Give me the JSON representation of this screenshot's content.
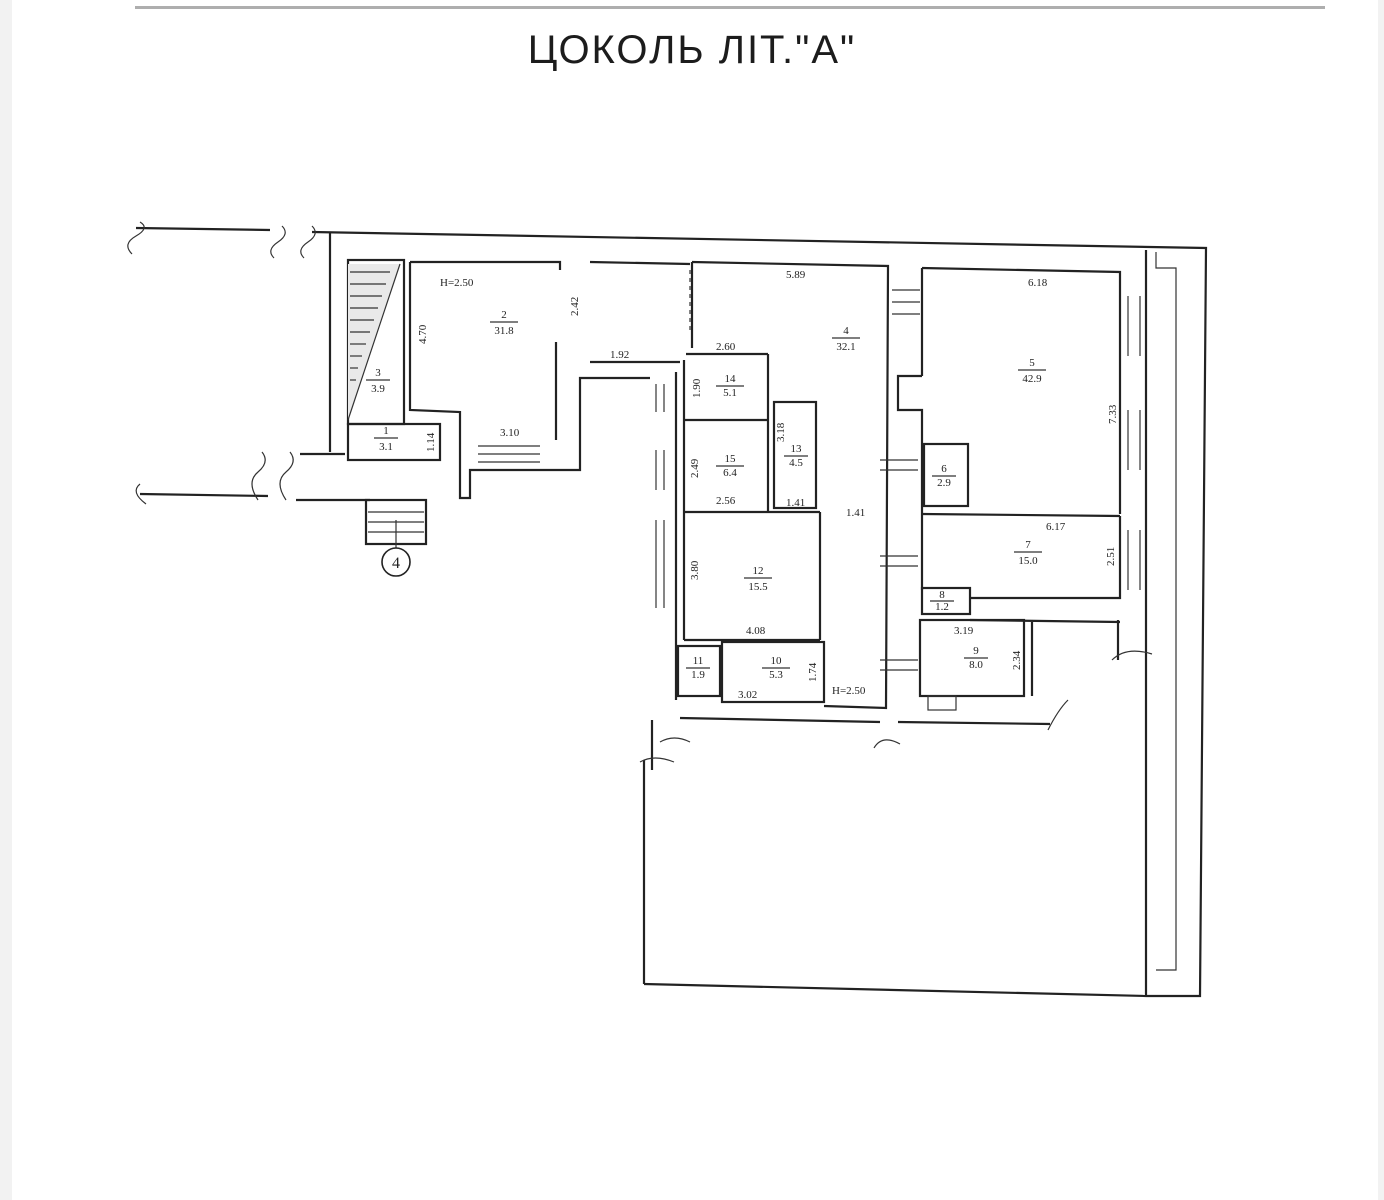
{
  "title": "ЦОКОЛЬ ЛІТ.\"А\"",
  "height_labels": [
    "H=2.50",
    "H=2.50"
  ],
  "rooms": [
    {
      "number": "1",
      "area": "3.1"
    },
    {
      "number": "2",
      "area": "31.8"
    },
    {
      "number": "3",
      "area": "3.9"
    },
    {
      "number": "4",
      "area": "32.1"
    },
    {
      "number": "5",
      "area": "42.9"
    },
    {
      "number": "6",
      "area": "2.9"
    },
    {
      "number": "7",
      "area": "15.0"
    },
    {
      "number": "8",
      "area": "1.2"
    },
    {
      "number": "9",
      "area": "8.0"
    },
    {
      "number": "10",
      "area": "5.3"
    },
    {
      "number": "11",
      "area": "1.9"
    },
    {
      "number": "12",
      "area": "15.5"
    },
    {
      "number": "13",
      "area": "4.5"
    },
    {
      "number": "14",
      "area": "5.1"
    },
    {
      "number": "15",
      "area": "6.4"
    }
  ],
  "dimensions": [
    "4.70",
    "2.42",
    "1.92",
    "3.10",
    "1.14",
    "5.89",
    "2.60",
    "1.90",
    "3.18",
    "2.49",
    "2.56",
    "1.41",
    "1.41",
    "3.80",
    "4.08",
    "1.74",
    "3.02",
    "6.18",
    "7.33",
    "6.17",
    "2.51",
    "3.19",
    "2.34"
  ],
  "entrance_marker": "4"
}
